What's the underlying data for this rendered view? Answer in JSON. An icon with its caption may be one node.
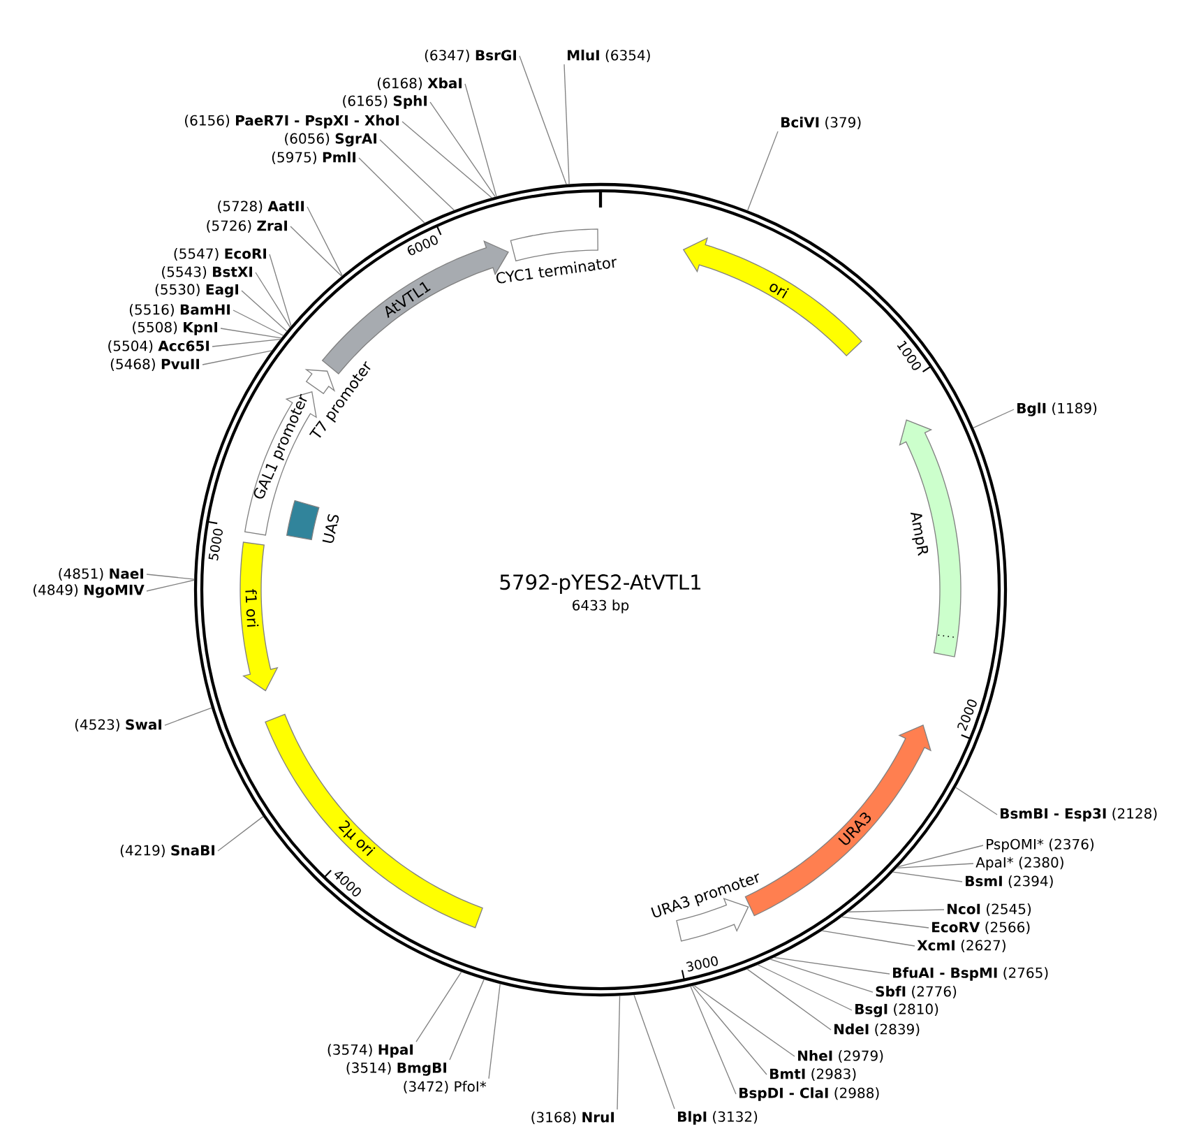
{
  "diagram": {
    "title": "5792-pYES2-AtVTL1",
    "nodes": [
      {
        "text": [
          "CYC1 terminator"
        ]
      },
      {
        "text": [
          "ori"
        ]
      },
      {
        "text": [
          "AmpR"
        ]
      },
      {
        "text": [
          "URA3"
        ]
      },
      {
        "text": [
          "URA3 promoter"
        ]
      },
      {
        "text": [
          "2μ ori"
        ]
      },
      {
        "text": [
          "f1 ori"
        ]
      },
      {
        "text": [
          "UAS"
        ]
      },
      {
        "text": [
          "GAL1 promoter"
        ]
      },
      {
        "text": [
          "T7 promoter"
        ]
      },
      {
        "text": [
          "AtVTL1"
        ]
      },
      {
        "text": [
          "**BciVI** (379)"
        ]
      },
      {
        "text": [
          "**BglI** (1189)"
        ]
      },
      {
        "text": [
          "**BsmBI - Esp3I** (2128)"
        ]
      },
      {
        "text": [
          "PspOMI* (2376)"
        ]
      },
      {
        "text": [
          "ApaI* (2380)"
        ]
      },
      {
        "text": [
          "**BsmI** (2394)"
        ]
      },
      {
        "text": [
          "**NcoI** (2545)"
        ]
      },
      {
        "text": [
          "**EcoRV** (2566)"
        ]
      },
      {
        "text": [
          "**XcmI** (2627)"
        ]
      },
      {
        "text": [
          "**BfuAI - BspMI** (2765)"
        ]
      },
      {
        "text": [
          "**SbfI** (2776)"
        ]
      },
      {
        "text": [
          "**BsgI** (2810)"
        ]
      },
      {
        "text": [
          "**NdeI** (2839)"
        ]
      },
      {
        "text": [
          "**NheI** (2979)"
        ]
      },
      {
        "text": [
          "**BmtI** (2983)"
        ]
      },
      {
        "text": [
          "**BspDI - ClaI** (2988)"
        ]
      },
      {
        "text": [
          "**BlpI** (3132)"
        ]
      },
      {
        "text": [
          "(3168) **NruI**"
        ]
      },
      {
        "text": [
          "(3472) PfoI*"
        ]
      },
      {
        "text": [
          "(3514) **BmgBI**"
        ]
      },
      {
        "text": [
          "(3574) **HpaI**"
        ]
      },
      {
        "text": [
          "(4219) **SnaBI**"
        ]
      },
      {
        "text": [
          "(4523) **SwaI**"
        ]
      },
      {
        "text": [
          "(4849) **NgoMIV**"
        ]
      },
      {
        "text": [
          "(4851) **NaeI**"
        ]
      },
      {
        "text": [
          "(5468) **PvuII**"
        ]
      },
      {
        "text": [
          "(5504) **Acc65I**"
        ]
      },
      {
        "text": [
          "(5508) **KpnI**"
        ]
      },
      {
        "text": [
          "(5516) **BamHI**"
        ]
      },
      {
        "text": [
          "(5530) **EagI**"
        ]
      },
      {
        "text": [
          "(5543) **BstXI**"
        ]
      },
      {
        "text": [
          "(5547) **EcoRI**"
        ]
      },
      {
        "text": [
          "(5726) **ZraI**"
        ]
      },
      {
        "text": [
          "(5728) **AatII**"
        ]
      },
      {
        "text": [
          "(5975) **PmlI**"
        ]
      },
      {
        "text": [
          "(6056) **SgrAI**"
        ]
      },
      {
        "text": [
          "(6156) **PaeR7I - PspXI - XhoI**"
        ]
      },
      {
        "text": [
          "(6165) **SphI**"
        ]
      },
      {
        "text": [
          "(6168) **XbaI**"
        ]
      },
      {
        "text": [
          "(6347) **BsrGI**"
        ]
      },
      {
        "text": [
          "**MluI** (6354)"
        ]
      }
    ],
    "edges": [
      {
        "from": 11,
        "to": null,
        "arrow": "none"
      },
      {
        "from": 12,
        "to": null,
        "arrow": "none"
      },
      {
        "from": 13,
        "to": null,
        "arrow": "none"
      },
      {
        "from": 14,
        "to": null,
        "arrow": "none"
      },
      {
        "from": 15,
        "to": null,
        "arrow": "none"
      },
      {
        "from": 16,
        "to": null,
        "arrow": "none"
      },
      {
        "from": 17,
        "to": null,
        "arrow": "none"
      },
      {
        "from": 18,
        "to": null,
        "arrow": "none"
      },
      {
        "from": 19,
        "to": null,
        "arrow": "none"
      },
      {
        "from": 20,
        "to": null,
        "arrow": "none"
      },
      {
        "from": 21,
        "to": null,
        "arrow": "none"
      },
      {
        "from": 22,
        "to": null,
        "arrow": "none"
      },
      {
        "from": 23,
        "to": null,
        "arrow": "none"
      },
      {
        "from": 24,
        "to": null,
        "arrow": "none"
      },
      {
        "from": 25,
        "to": null,
        "arrow": "none"
      },
      {
        "from": 26,
        "to": null,
        "arrow": "none"
      },
      {
        "from": 27,
        "to": null,
        "arrow": "none"
      },
      {
        "from": 28,
        "to": null,
        "arrow": "none"
      },
      {
        "from": 29,
        "to": null,
        "arrow": "none"
      },
      {
        "from": 30,
        "to": null,
        "arrow": "none"
      },
      {
        "from": 31,
        "to": null,
        "arrow": "none"
      },
      {
        "from": 32,
        "to": null,
        "arrow": "none"
      },
      {
        "from": 33,
        "to": null,
        "arrow": "none"
      },
      {
        "from": 34,
        "to": null,
        "arrow": "none"
      },
      {
        "from": 35,
        "to": null,
        "arrow": "none"
      },
      {
        "from": 36,
        "to": null,
        "arrow": "none"
      },
      {
        "from": 37,
        "to": null,
        "arrow": "none"
      },
      {
        "from": 38,
        "to": null,
        "arrow": "none"
      },
      {
        "from": 39,
        "to": null,
        "arrow": "none"
      },
      {
        "from": 40,
        "to": null,
        "arrow": "none"
      },
      {
        "from": 41,
        "to": null,
        "arrow": "none"
      },
      {
        "from": 42,
        "to": null,
        "arrow": "none"
      },
      {
        "from": 43,
        "to": null,
        "arrow": "none"
      },
      {
        "from": 44,
        "to": null,
        "arrow": "none"
      },
      {
        "from": 45,
        "to": null,
        "arrow": "none"
      },
      {
        "from": 46,
        "to": null,
        "arrow": "none"
      },
      {
        "from": 47,
        "to": null,
        "arrow": "none"
      },
      {
        "from": 48,
        "to": null,
        "arrow": "none"
      },
      {
        "from": 49,
        "to": null,
        "arrow": "none"
      },
      {
        "from": 50,
        "to": null,
        "arrow": "none"
      },
      {
        "from": 51,
        "to": null,
        "arrow": "none"
      }
    ],
    "labels": [
      "6433 bp",
      "1000",
      "2000",
      "3000",
      "4000",
      "5000",
      "6000"
    ]
  }
}
